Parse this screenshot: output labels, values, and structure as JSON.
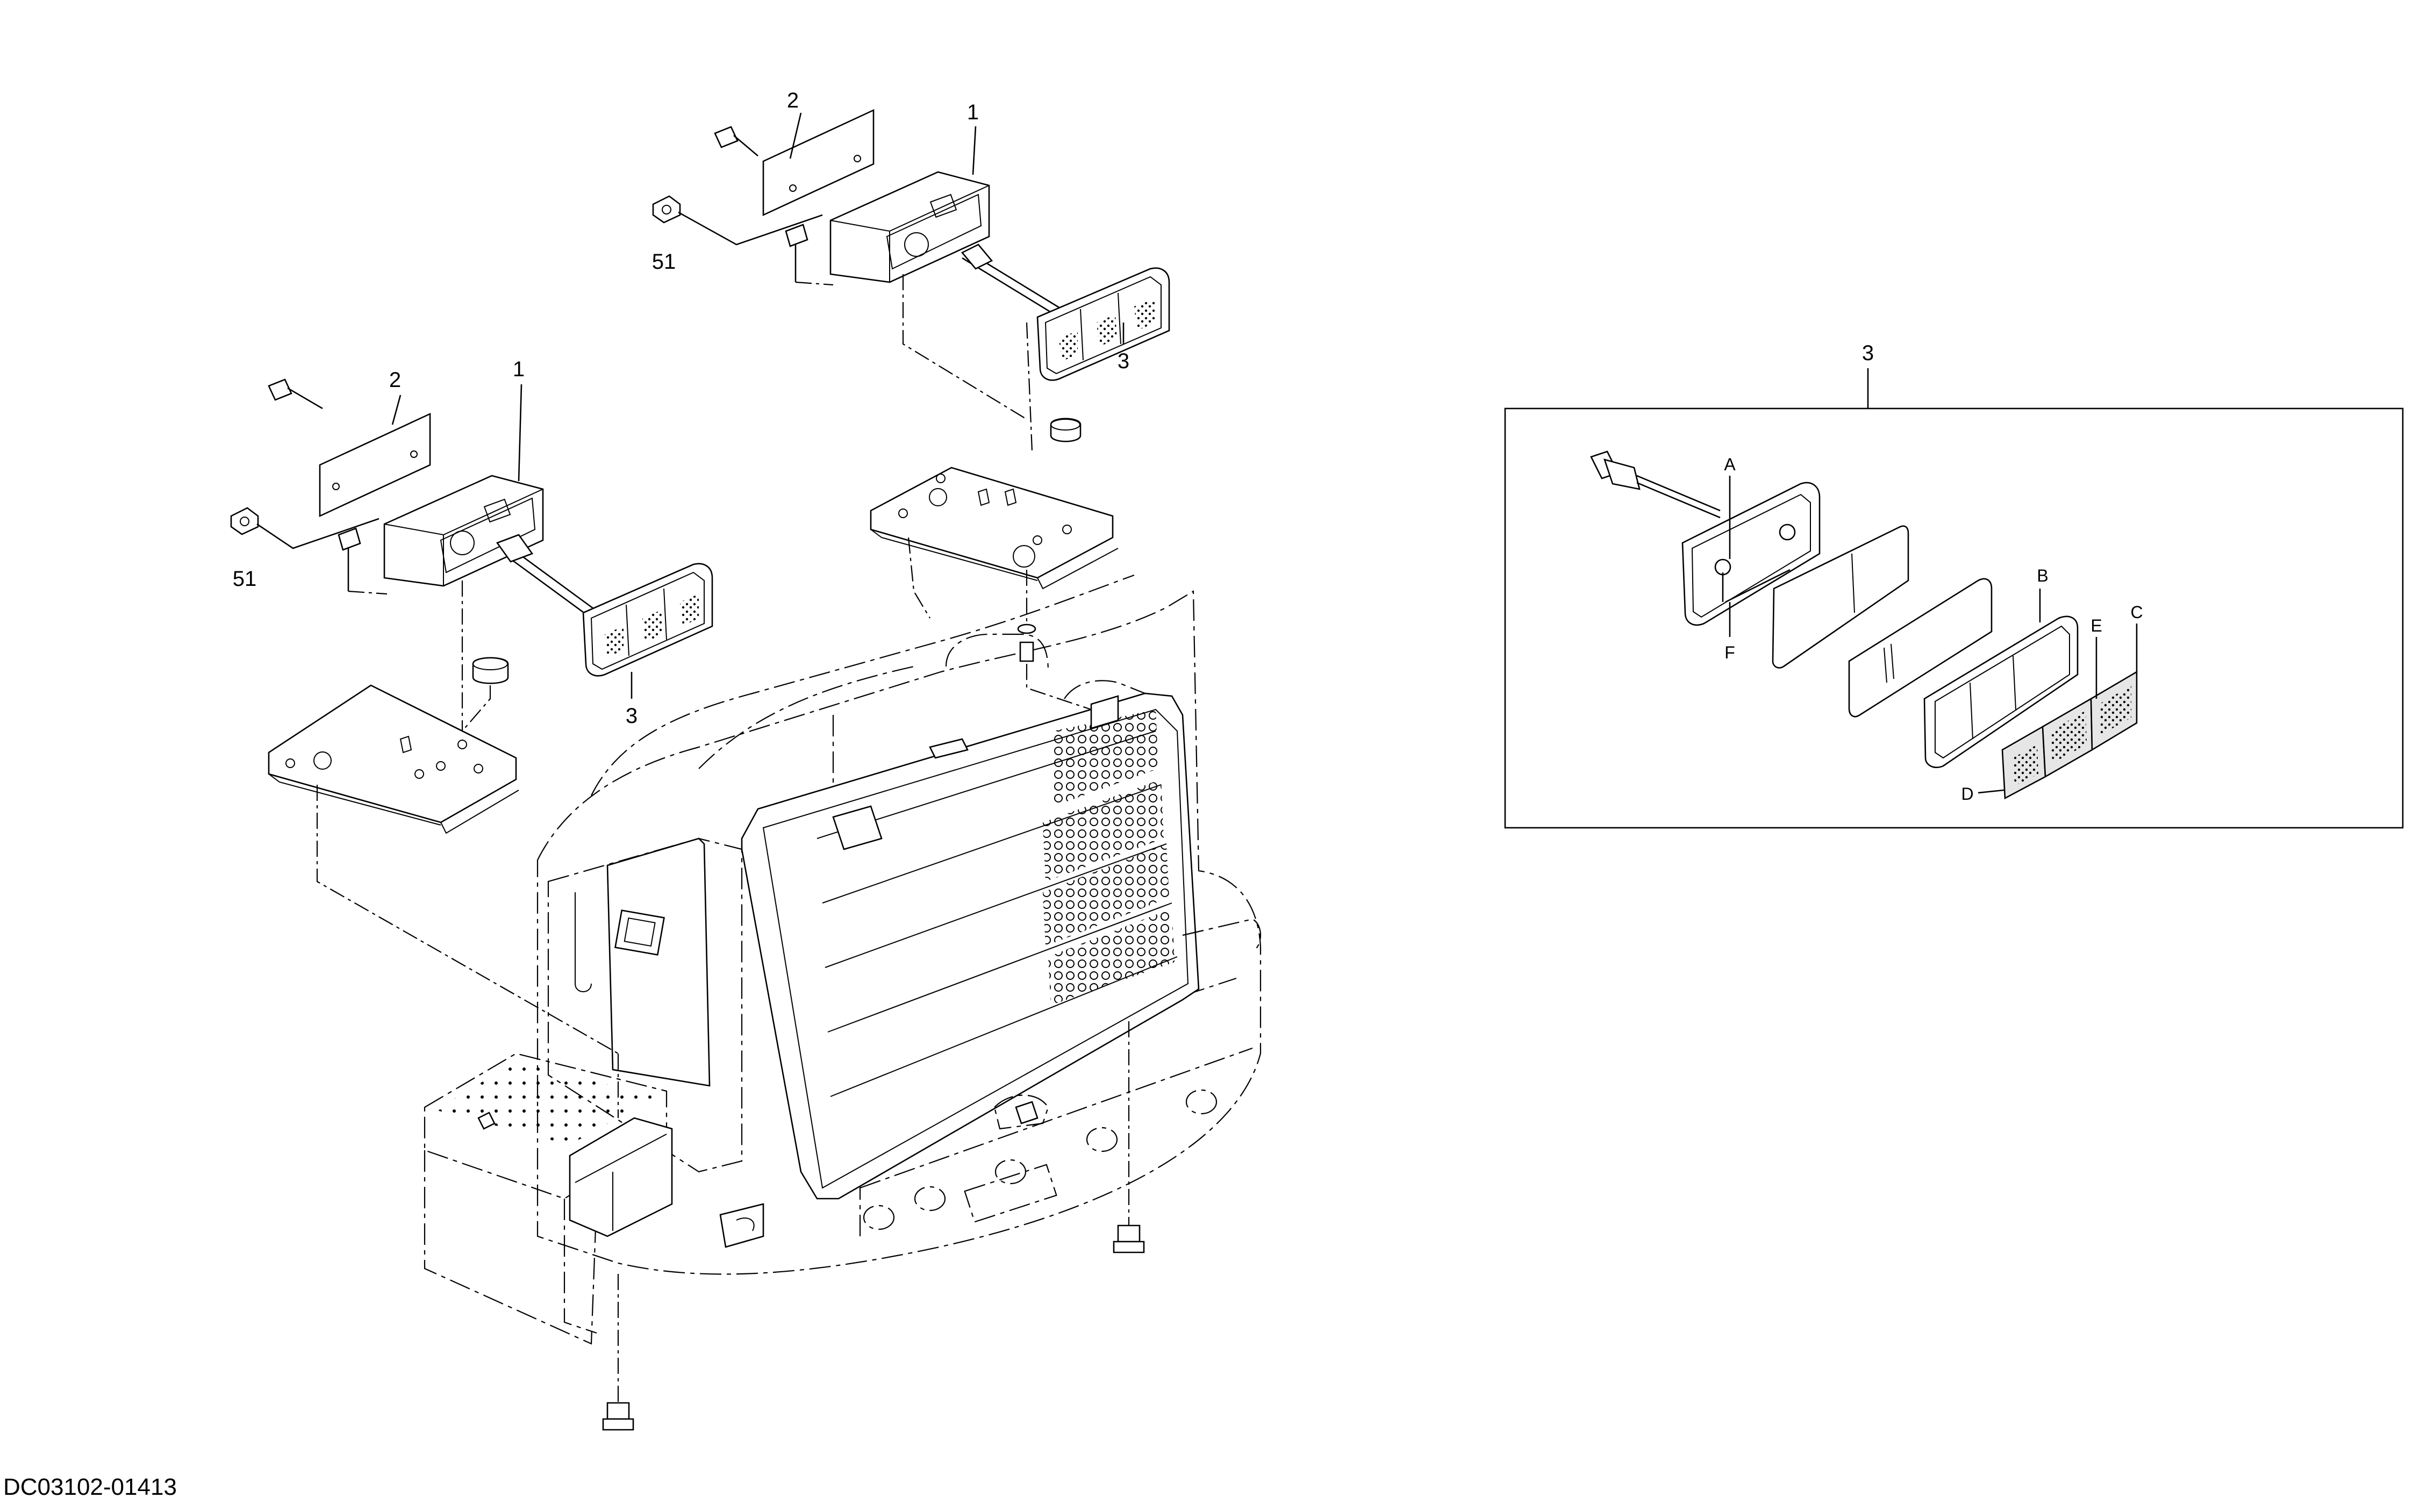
{
  "drawing": {
    "drawing_id": "DC03102-01413",
    "callouts": {
      "cover_plate_upper": "2",
      "housing_upper": "1",
      "nut_upper": "51",
      "lamp_upper": "3",
      "cover_plate_lower": "2",
      "housing_lower": "1",
      "nut_lower": "51",
      "lamp_lower": "3",
      "detail_title": "3"
    },
    "detail_letters": {
      "a": "A",
      "b": "B",
      "c": "C",
      "d": "D",
      "e": "E",
      "f": "F"
    }
  }
}
